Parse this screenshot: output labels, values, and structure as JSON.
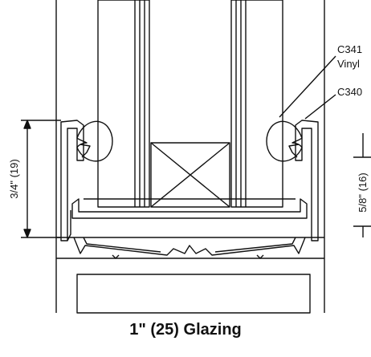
{
  "caption": "1\" (25) Glazing",
  "callouts": {
    "part1_code": "C341",
    "part1_material": "Vinyl",
    "part2_code": "C340"
  },
  "dimensions": {
    "left": "3/4\" (19)",
    "right": "5/8\" (16)"
  }
}
